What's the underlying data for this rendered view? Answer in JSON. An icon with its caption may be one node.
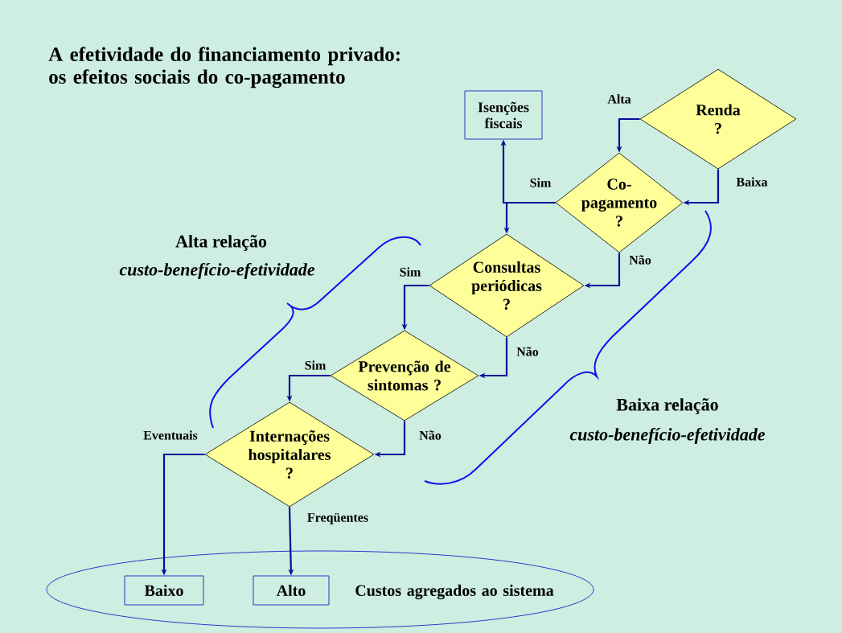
{
  "diagram": {
    "title": "A efetividade do financiamento privado: os efeitos sociais do co-pagamento",
    "nodes": [
      {
        "text": [
          "Renda ?"
        ]
      },
      {
        "text": [
          "Isenções fiscais"
        ]
      },
      {
        "text": [
          "Co-pagamento ?"
        ]
      },
      {
        "text": [
          "Consultas periódicas ?"
        ]
      },
      {
        "text": [
          "Prevenção de sintomas ?"
        ]
      },
      {
        "text": [
          "Internações hospitalares ?"
        ]
      },
      {
        "text": [
          "Custos agregados ao sistema"
        ]
      },
      {
        "text": [
          "Baixo"
        ],
        "in": 6
      },
      {
        "text": [
          "Alto"
        ],
        "in": 6
      }
    ],
    "edges": [
      {
        "from": 0,
        "to": 2,
        "arrow": "to",
        "label": "Alta"
      },
      {
        "from": 0,
        "to": 2,
        "arrow": "to",
        "label": "Baixa"
      },
      {
        "from": 2,
        "to": 1,
        "arrow": "to",
        "label": "Sim"
      },
      {
        "from": 2,
        "to": 3,
        "arrow": "to"
      },
      {
        "from": 2,
        "to": 3,
        "arrow": "to",
        "label": "Não"
      },
      {
        "from": 3,
        "to": 4,
        "arrow": "to",
        "label": "Sim"
      },
      {
        "from": 3,
        "to": 4,
        "arrow": "to",
        "label": "Não"
      },
      {
        "from": 4,
        "to": 5,
        "arrow": "to",
        "label": "Sim"
      },
      {
        "from": 4,
        "to": 5,
        "arrow": "to",
        "label": "Não"
      },
      {
        "from": 5,
        "to": 7,
        "arrow": "to",
        "label": "Eventuais"
      },
      {
        "from": 5,
        "to": 8,
        "arrow": "to",
        "label": "Freqüentes"
      }
    ],
    "labels": [
      "Alta relação",
      "custo-benefício-efetividade",
      "Baixa relação",
      "custo-benefício-efetividade"
    ]
  }
}
